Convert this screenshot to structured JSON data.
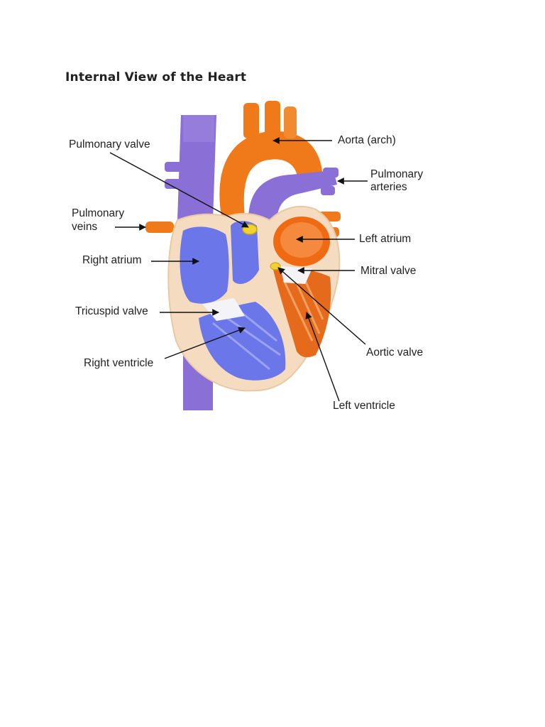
{
  "title": "Internal View of the Heart",
  "labels": {
    "pulmonary_valve": "Pulmonary valve",
    "aorta_arch": "Aorta (arch)",
    "pulmonary_arteries_1": "Pulmonary",
    "pulmonary_arteries_2": "arteries",
    "pulmonary_veins_1": "Pulmonary",
    "pulmonary_veins_2": "veins",
    "left_atrium": "Left atrium",
    "right_atrium": "Right atrium",
    "mitral_valve": "Mitral valve",
    "tricuspid_valve": "Tricuspid valve",
    "aortic_valve": "Aortic valve",
    "right_ventricle": "Right ventricle",
    "left_ventricle": "Left ventricle"
  },
  "colors": {
    "deoxygenated": "#8a6fd6",
    "oxygenated": "#f07a1a",
    "muscle": "#f5dcc0",
    "right_chamber": "#6b76e8",
    "left_chamber": "#f06a14",
    "valve": "#f2d230"
  }
}
